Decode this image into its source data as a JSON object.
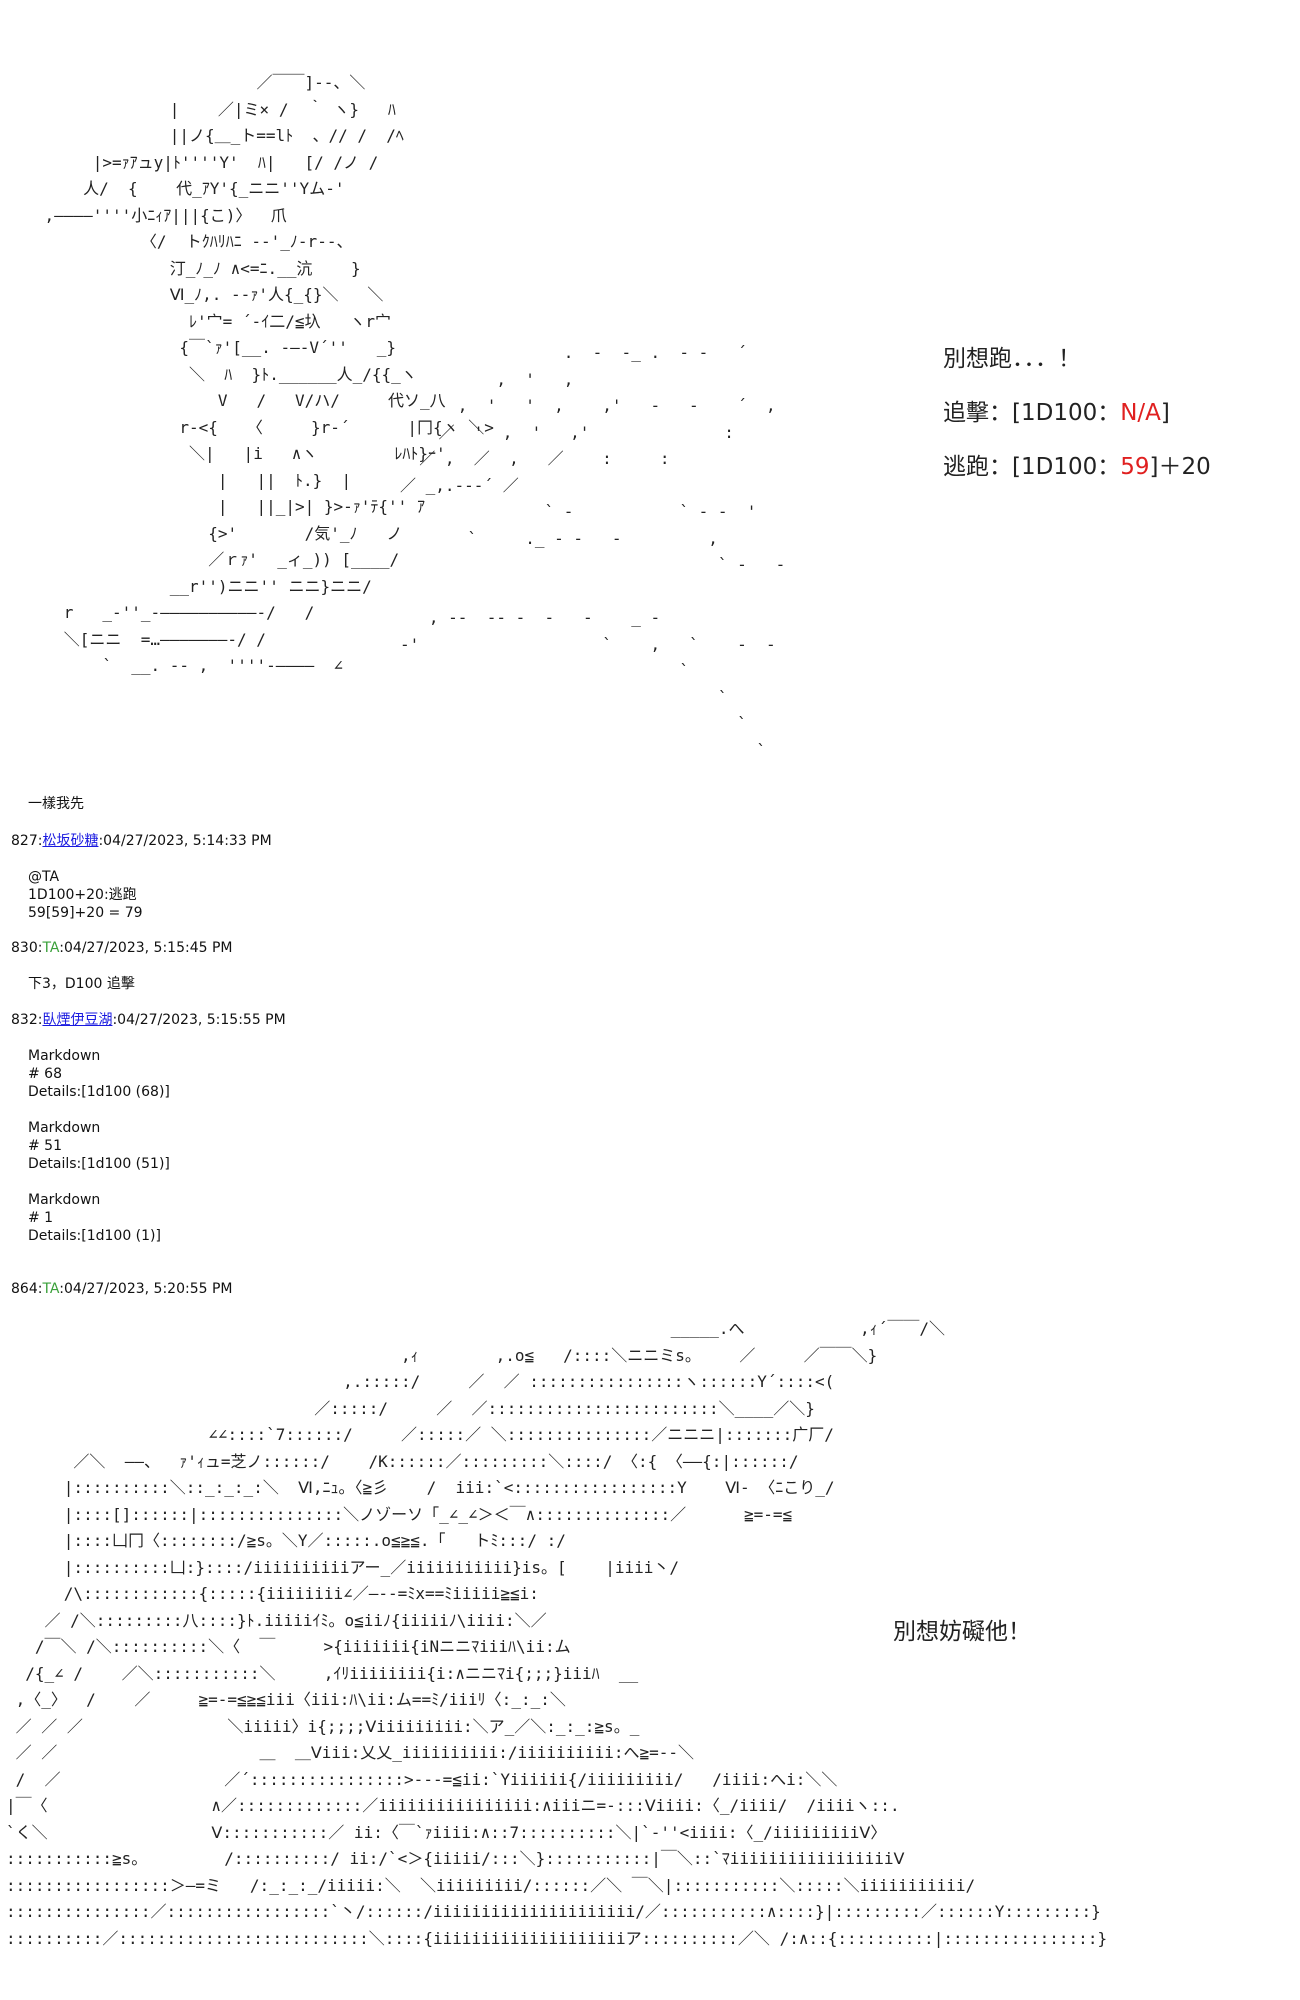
{
  "art_top": {
    "figure": "                          ／￣￣]‐-、＼\n                 |    ／|ミ× /  ｀ ヽ}   ﾊ\n                 ||ノ{＿_ト==lﾄ  、// /  /ﾍ\n         |>=ｧｱュy|ﾄ''''Y'  ﾊ|   [/ /ノ /\n        人/  {    代_ｱY'{_ニニ''Yム-'\n    ,――――''''小ﾆｨｱ|||{こ)〉  爪\n              〈/  トｸﾊﾘﾊﾆ --'_ﾉ-r‐-、\n                 汀_ﾉ_ﾉ ∧<=ﾆ.__沆    }\n                 Ⅵ_ﾉ,. -‐ｧ'人{_{}＼   ＼\n                   ﾚ'宀= ´-ｲ二/≦圦   ヽr宀\n                  {￣`ｧ'[__. -―-V´''   _}\n                   ＼  ﾊ  }ﾄ.______人_/{{_ヽ\n                      V   /   V/ハ/     代ソ_八\n                  r-<{   〈     }r‐´      |冂{ヽ ＼>\n                   ＼|   |i   ∧ヽ        ﾚﾊﾄ}ｰ'\n                      |   ||  ﾄ.}  |\n                      |   ||_|>| }>‐ｧ'ﾃ{'' ｱ\n                     {>'       /気'_ﾉ   ノ\n                     ／ｒｧ'  _ィ_)) [____/\n                 __r'')ニニ'' ニニ}ニニ/\n      r   _-''_-――――――――――-/   /\n      ＼[ニニ  =…―――――――-/ /\n          `  __. -- ,  ''''-――――  ∠",
    "speed_lines": "                 .  -  -_ .  - -   ´\n          ,  '   ,\n      ,  '   '  ,    ,'   -   -    ´  ,\n    ／  '  ,  '   ,'              :\n  ／ ,  ／  ,   ／    :     :\n／ _,.--‐´ ／\n               ` -           ` - -  '\n       `     ._ - -   -         ,\n                                 ` -   -\n\n   , --  -- -  -   -    _ -\n-'                   `    ,   `    -  -\n                             `\n                                 `\n                                   `\n                                     `"
  },
  "dialogue_top": {
    "line1": "別想跑．．．！",
    "line2_prefix": "追擊：[1D100：",
    "line2_value": "N/A",
    "line2_suffix": "]",
    "line3_prefix": "逃跑：[1D100：",
    "line3_value": "59",
    "line3_suffix": "]＋20"
  },
  "posts": [
    {
      "body": "一樣我先"
    },
    {
      "number": "827:",
      "author": "松坂砂糖",
      "timestamp": ":04/27/2023, 5:14:33 PM",
      "body": "@TA\n1D100+20:逃跑\n59[59]+20 = 79"
    },
    {
      "number": "830:",
      "author": "TA",
      "timestamp": ":04/27/2023, 5:15:45 PM",
      "body": "下3，D100 追擊"
    },
    {
      "number": "832:",
      "author": "臥煙伊豆湖",
      "timestamp": ":04/27/2023, 5:15:55 PM",
      "body": "Markdown\n# 68\nDetails:[1d100 (68)]\n\nMarkdown\n# 51\nDetails:[1d100 (51)]\n\nMarkdown\n# 1\nDetails:[1d100 (1)]"
    },
    {
      "number": "864:",
      "author": "TA",
      "timestamp": ":04/27/2023, 5:20:55 PM"
    }
  ],
  "art_bottom": {
    "figure": "                                                                     _____.へ            ,ｨ´￣￣/＼\n                                         ,ｨ        ,.o≦   /::::＼ニニミs。    ／     ／￣￣＼}\n                                   ,.:::::/     ／  ／ ::::::::::::::::ヽ::::::Y´::::<(\n                                ／:::::/     ／  ／::::::::::::::::::::::::＼____／＼}\n                     ∠∠::::`7::::::/     ／:::::／ ＼:::::::::::::::／ニニニ|:::::::广厂/\n       ／＼  ――、  ｧ'ｨュ=芝ノ::::::/    /K::::::／:::::::::＼::::/ 〈:{ 〈――{:|::::::/\n      |::::::::::＼::_:_:_:＼  Ⅵ,ﾆｭ。〈≧彡    /  iii:`<:::::::::::::::::Y    Ⅵ- 〈ﾆこり_/\n      |::::[]::::::|:::::::::::::::＼ノゾーソ「_∠_∠＞＜￣∧::::::::::::::／      ≧=-=≦\n      |::::凵冂〈::::::::/≧s。＼Y／:::::.o≦≧≦.「   トﾐ:::/ :/\n      |::::::::::凵:}::::/iiiiiiiiiiアー_／iiiiiiiiiii}is。[    |iiii丶/\n      /\\::::::::::::{:::::{iiiiiiii∠／―‐-=ﾐx==ﾐiiiii≧≦i:\n    ／ /＼:::::::::八::::}ﾄ.iiiiiｲﾐ。o≦iiﾉ{iiiiiﾉ\\iiii:＼／\n   /￣＼ /＼::::::::::＼〈  ￣     >{iiiiiii{iNニニﾏiiiﾊ\\ii:ム\n  /{_∠ /    ／＼:::::::::::＼     ,ｲﾘiiiiiiii{i:∧ニニﾏi{;;;}iiiﾊ  __\n ,〈_〉  /    ／     ≧=-=≦≧≦iii〈iii:ﾊ\\ii:ム==ﾐ/iiiﾘ〈:_:_:＼\n ／ ／ ／               ＼iiiii〉i{;;;;Ⅴiiiiiiiii:＼ア_／＼:_:_:≧s。_\n ／ ／                     ＿  ＿Ⅴiii:乂乂_iiiiiiiiii:/iiiiiiiiii:へ≧=--＼\n /  ／                 ／´::::::::::::::::>---=≦ii:`Yiiiiii{/iiiiiiiii/   /iiii:へi:＼＼\n|￣〈                 ∧／:::::::::::::／iiiiiiiiiiiiiiii:∧iiiニ=-:::Ⅴiiii:〈_/iiii/  /iiiiヽ::.\n`く＼                 Ⅴ:::::::::::／ ii:〈￣`ｧiiii:∧::7::::::::::＼|`‐''<iiii:〈_/iiiiiiiiiⅤ〉\n:::::::::::≧s。        /::::::::::/ ii:/`<＞{iiiii/:::＼}:::::::::::|￣＼::`ﾏiiiiiiiiiiiiiiiiiⅤ\n:::::::::::::::::＞―=ミ   /:_:_:_/iiiii:＼  ＼iiiiiiiii/::::::／＼ ￣＼|:::::::::::＼:::::＼iiiiiiiiiii/\n:::::::::::::::／:::::::::::::::::`丶/::::::/iiiiiiiiiiiiiiiiiiiii/／:::::::::::∧::::}|:::::::::／::::::Y:::::::::}\n::::::::::／::::::::::::::::::::::::::＼::::{iiiiiiiiiiiiiiiiiiiiア::::::::::／＼ /:∧::{::::::::::|::::::::::::::::}"
  },
  "dialogue_bottom": "別想妨礙他！"
}
